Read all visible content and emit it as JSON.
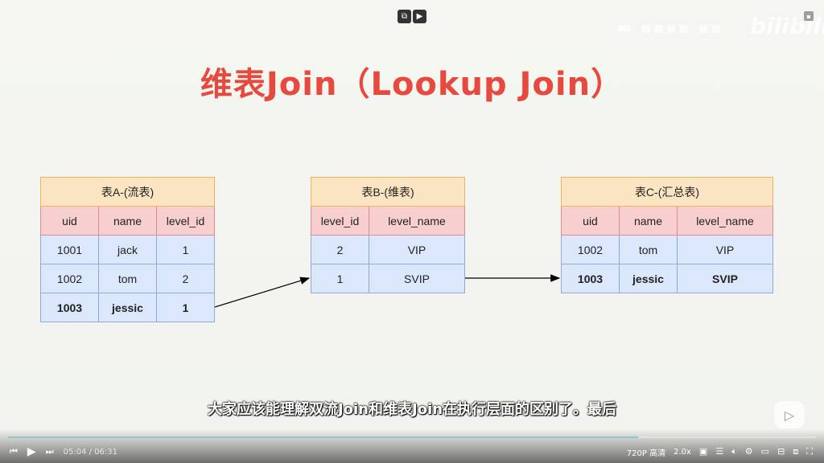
{
  "slide": {
    "title": "维表Join（Lookup Join）",
    "table_a": {
      "caption": "表A-(流表)",
      "columns": [
        "uid",
        "name",
        "level_id"
      ],
      "rows": [
        [
          "1001",
          "jack",
          "1"
        ],
        [
          "1002",
          "tom",
          "2"
        ],
        [
          "1003",
          "jessic",
          "1"
        ]
      ]
    },
    "table_b": {
      "caption": "表B-(维表)",
      "columns": [
        "level_id",
        "level_name"
      ],
      "rows": [
        [
          "2",
          "VIP"
        ],
        [
          "1",
          "SVIP"
        ]
      ]
    },
    "table_c": {
      "caption": "表C-(汇总表)",
      "columns": [
        "uid",
        "name",
        "level_name"
      ],
      "rows": [
        [
          "1002",
          "tom",
          "VIP"
        ],
        [
          "1003",
          "jessic",
          "SVIP"
        ]
      ]
    }
  },
  "watermark": {
    "site": "bilibili"
  },
  "subtitle": "大家应该能理解双流Join和维表Join在执行层面的区别了。最后",
  "player": {
    "current_time": "05:04",
    "time_separator": "/",
    "duration": "06:31",
    "quality": "720P 高清",
    "speed": "2.0x",
    "progress": 0.78,
    "icons": {
      "prev": "prev-icon",
      "play": "play-icon",
      "next": "next-icon",
      "danmaku_toggle": "danmaku-toggle-icon",
      "danmaku_settings": "danmaku-settings-icon",
      "volume": "volume-icon",
      "settings": "gear-icon",
      "pip": "pip-icon",
      "widescreen": "widescreen-icon",
      "webfullscreen": "web-fullscreen-icon",
      "fullscreen": "fullscreen-icon"
    },
    "colors": {
      "progress": "#8ec6d4"
    }
  },
  "colors": {
    "title": "#e8493f",
    "caption_bg": "#fbe4c2",
    "header_bg": "#f8cfcf",
    "row_bg": "#dbe7fb"
  }
}
